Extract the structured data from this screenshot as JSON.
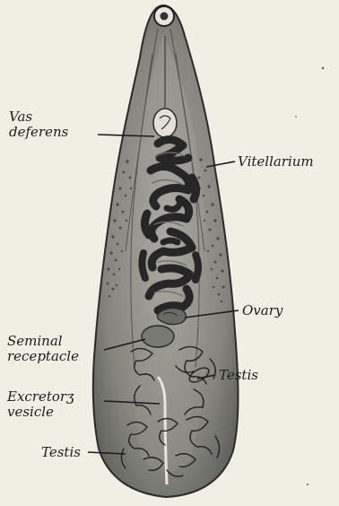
{
  "labels": {
    "vas_deferens": {
      "line1": "Vas",
      "line2": "deferens"
    },
    "vitellarium": "Vitellarium",
    "ovary": "Ovary",
    "seminal_receptacle": {
      "line1": "Seminal",
      "line2": "receptacle"
    },
    "testis_right": "Testis",
    "excretory_vesicle": {
      "line1": "Excretorʒ",
      "line2": "vesicle"
    },
    "testis_left": "Testis"
  },
  "colors": {
    "background": "#f1eee4",
    "body_fill": "#8c8c86",
    "body_outline": "#2a2a2a",
    "uterus": "#262626",
    "vitellarium_dots": "#4a4a46",
    "testis_lines": "#202020",
    "label_text": "#1c1c1c"
  }
}
